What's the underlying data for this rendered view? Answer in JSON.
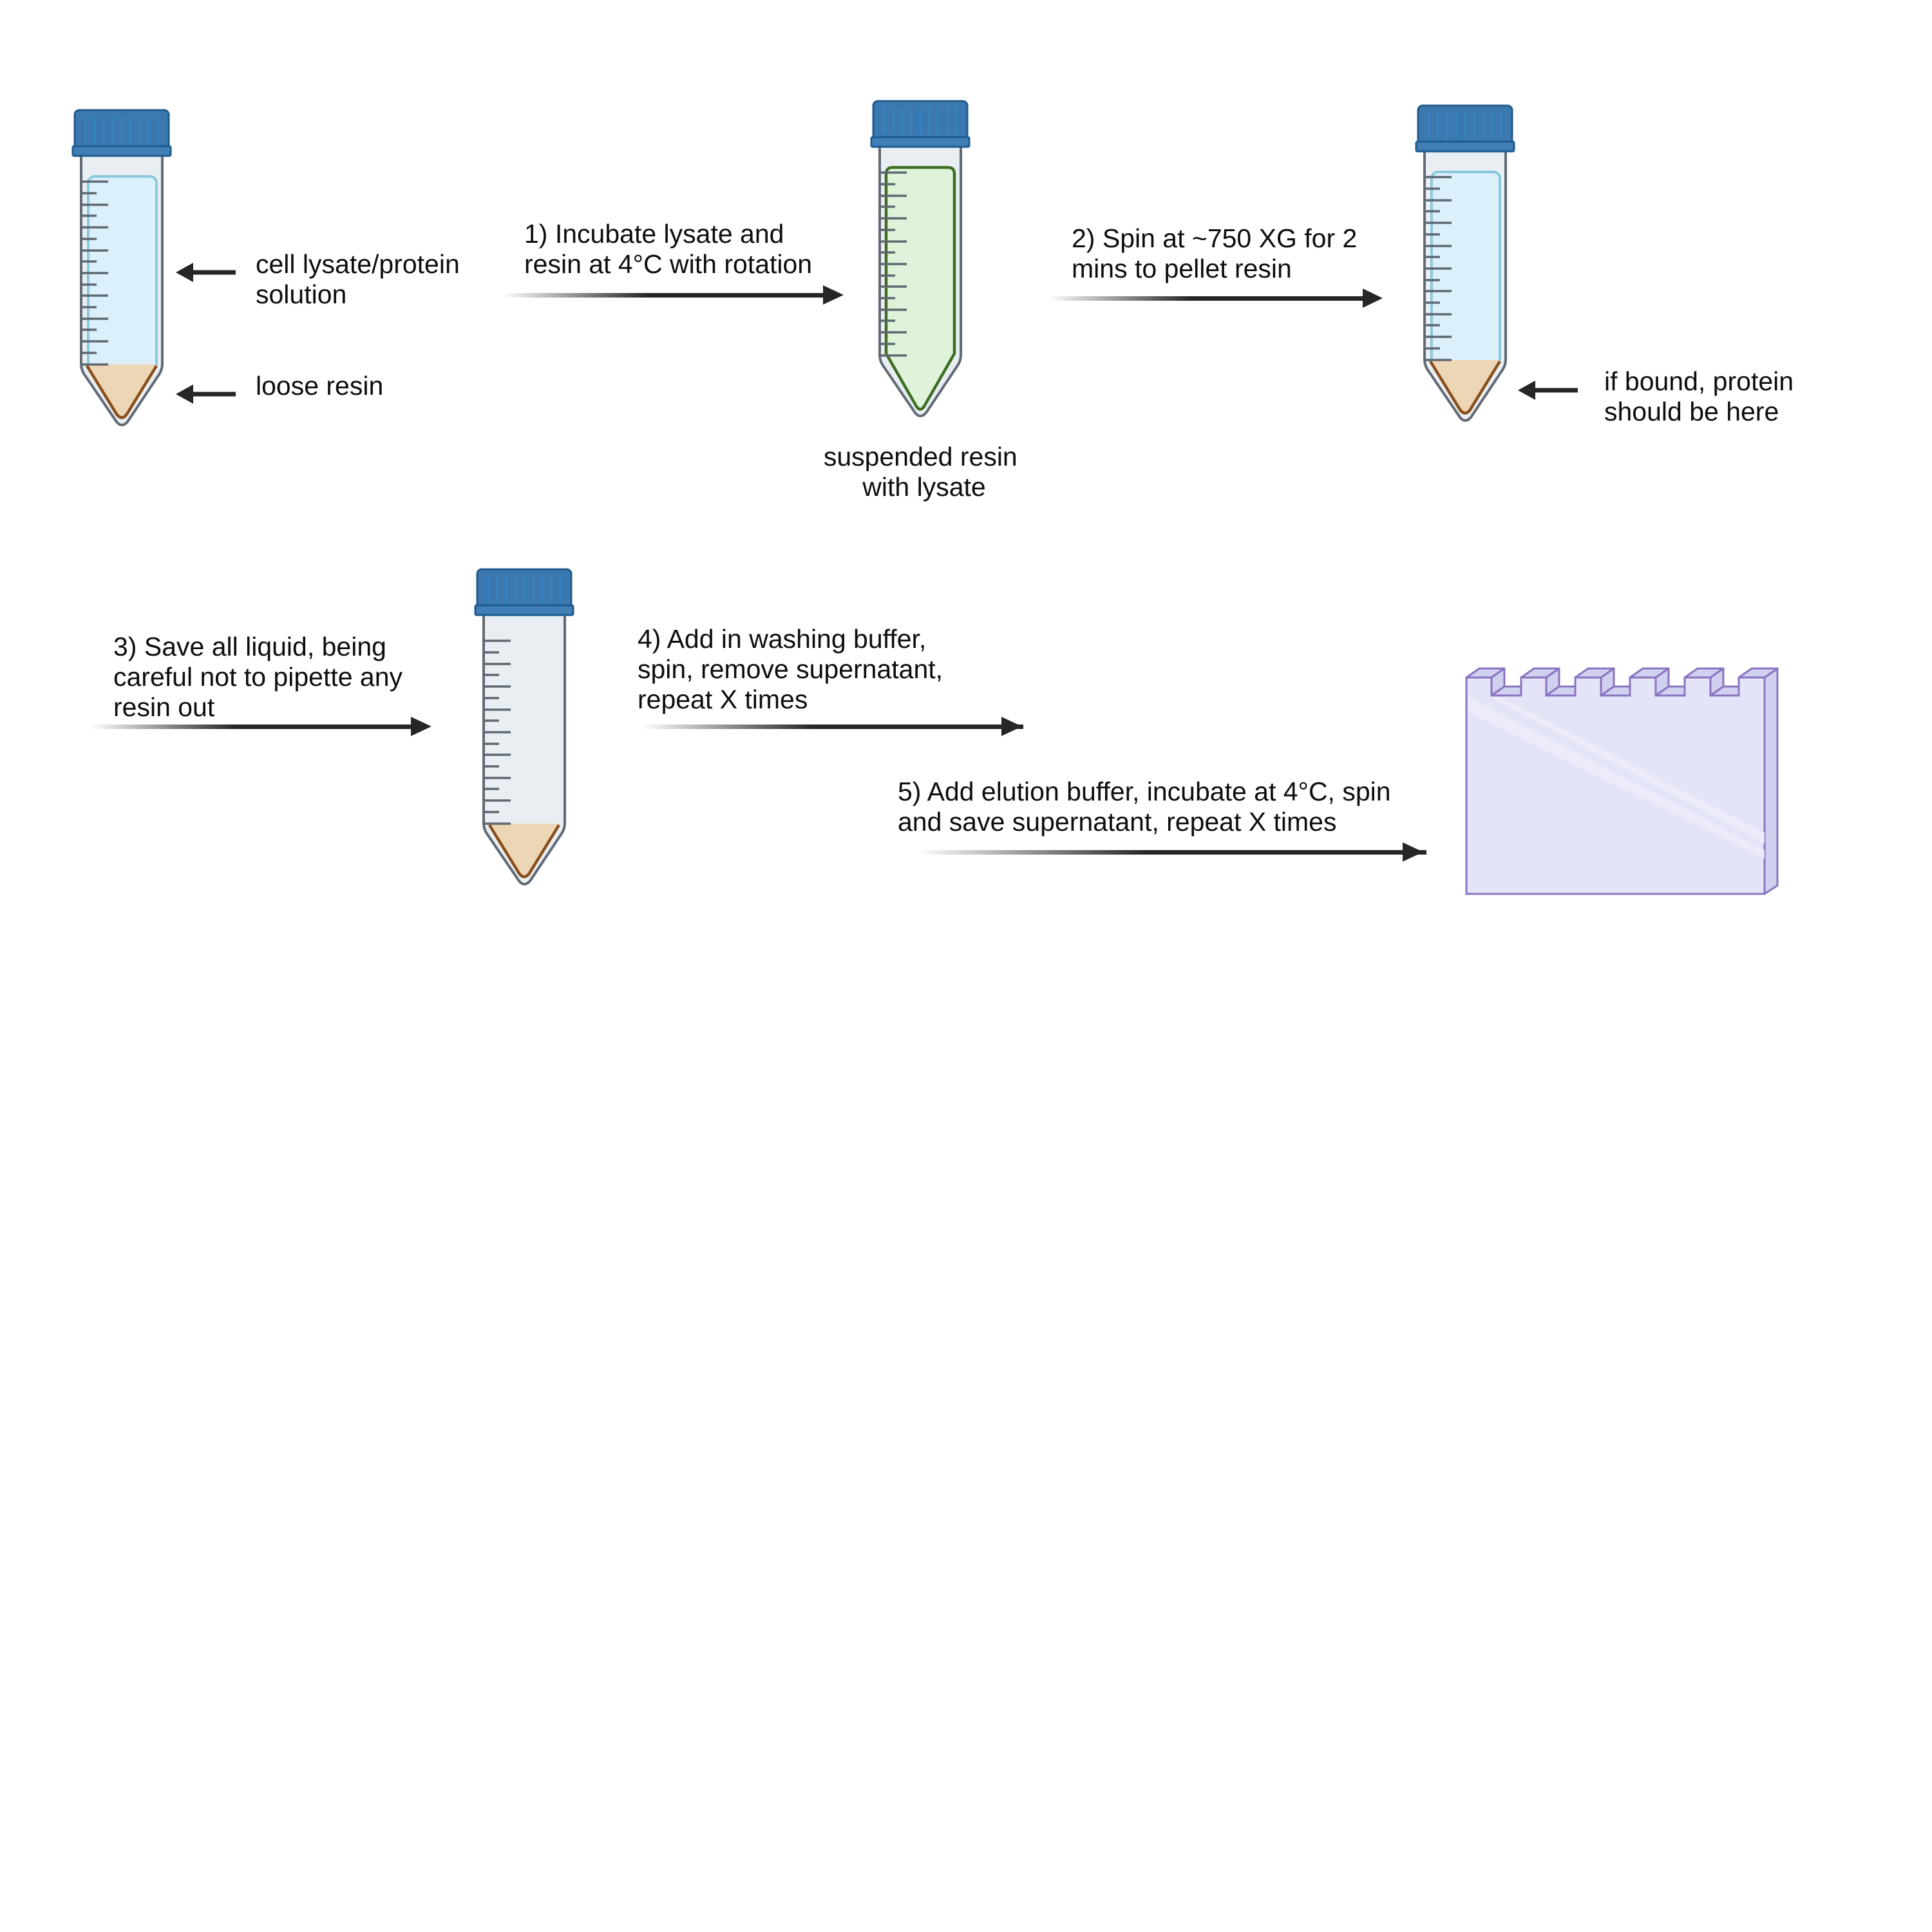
{
  "figure": {
    "background": "#ffffff",
    "colors": {
      "cap": "#3c78b0",
      "tube_wall": "#e8eef2",
      "lysate_liquid": "#dcf0fc",
      "suspended_liquid": "#dff3da",
      "resin": "#edd6b5",
      "resin_outline": "#8a4e1a",
      "arrow": "#262626",
      "gel": "#e4e4f8",
      "gel_outline": "#8a74c0"
    }
  },
  "tubes": [
    {
      "id": "tube-start",
      "contents": "lysate and loose resin"
    },
    {
      "id": "tube-incubate",
      "contents": "suspended resin with lysate"
    },
    {
      "id": "tube-spun",
      "contents": "lysate over pelleted resin"
    },
    {
      "id": "tube-resin-only",
      "contents": "pelleted resin"
    }
  ],
  "labels": {
    "lysate": [
      "cell lysate/protein",
      "solution"
    ],
    "loose_resin": [
      "loose resin"
    ],
    "suspended": [
      "suspended resin",
      "with lysate"
    ],
    "bound": [
      "if bound, protein",
      "should be here"
    ]
  },
  "steps": [
    {
      "number": 1,
      "lines": [
        "1) Incubate lysate and",
        "resin at 4°C with rotation"
      ]
    },
    {
      "number": 2,
      "lines": [
        "2) Spin at ~750 XG for 2",
        "mins to pellet resin"
      ]
    },
    {
      "number": 3,
      "lines": [
        "3) Save all liquid, being",
        "careful not to pipette any",
        "resin out"
      ]
    },
    {
      "number": 4,
      "lines": [
        "4) Add in washing buffer,",
        "spin, remove supernatant,",
        "repeat X times"
      ]
    },
    {
      "number": 5,
      "lines": [
        "5) Add elution buffer, incubate at 4°C, spin",
        "and save supernatant, repeat X times"
      ]
    }
  ],
  "icons": {
    "tube": "conical-centrifuge-tube-icon",
    "gel": "sds-page-gel-icon",
    "arrow_right": "gradient-arrow-right-icon",
    "arrow_left": "pointer-arrow-left-icon"
  }
}
